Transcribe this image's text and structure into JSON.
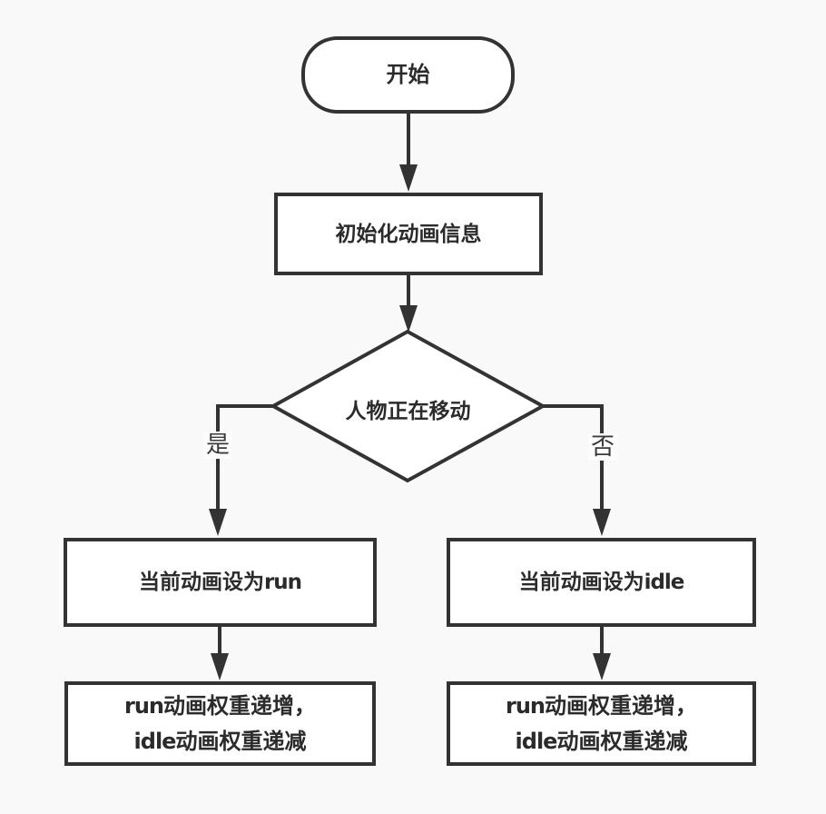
{
  "canvas": {
    "bg_color": "#f9f9f9",
    "node_fill": "#ffffff",
    "stroke_color": "#333333",
    "text_color": "#2b2b2b"
  },
  "nodes": {
    "start": {
      "label": "开始"
    },
    "init": {
      "label": "初始化动画信息"
    },
    "decision": {
      "label": "人物正在移动"
    },
    "set_run": {
      "prefix": "当前动画设为",
      "keyword": "run"
    },
    "set_idle": {
      "prefix": "当前动画设为",
      "keyword": "idle"
    },
    "weights_left": {
      "line1_keyword": "run",
      "line1_rest": "动画权重递增，",
      "line2_keyword": "idle",
      "line2_rest": "动画权重递减"
    },
    "weights_right": {
      "line1_keyword": "run",
      "line1_rest": "动画权重递增，",
      "line2_keyword": "idle",
      "line2_rest": "动画权重递减"
    }
  },
  "edges": {
    "yes_label": "是",
    "no_label": "否"
  }
}
